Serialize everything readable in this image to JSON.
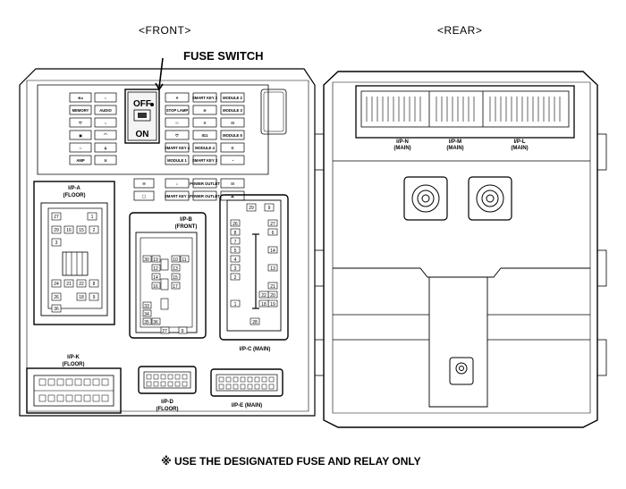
{
  "title_front": "<FRONT>",
  "title_rear": "<REAR>",
  "fuse_switch": {
    "label": "FUSE SWITCH",
    "off": "OFF",
    "on": "ON"
  },
  "note": "※ USE THE DESIGNATED FUSE AND RELAY ONLY",
  "connectors_front": {
    "ipa": {
      "name": "I/P-A",
      "sub": "(FLOOR)"
    },
    "ipb": {
      "name": "I/P-B",
      "sub": "(FRONT)"
    },
    "ipc": {
      "name": "I/P-C (MAIN)"
    },
    "ipk": {
      "name": "I/P-K",
      "sub": "(FLOOR)"
    },
    "ipd": {
      "name": "I/P-D",
      "sub": "(FLOOR)"
    },
    "ipe": {
      "name": "I/P-E (MAIN)"
    }
  },
  "connectors_rear": {
    "ipn": {
      "name": "I/P-N",
      "sub": "(MAIN)"
    },
    "ipm": {
      "name": "I/P-M",
      "sub": "(MAIN)"
    },
    "ipl": {
      "name": "I/P-L",
      "sub": "(MAIN)"
    }
  },
  "fuses": {
    "memory": "MEMORY",
    "audio": "AUDIO",
    "amp": "AMP",
    "smart_key_2": "SMART KEY 2",
    "module_2": "MODULE 2",
    "stop_lamp": "STOP LAMP",
    "module_3": "MODULE 3",
    "ig1": "IG1",
    "module_5": "MODULE 5",
    "smart_key_4": "SMART KEY 4",
    "module_4": "MODULE 4",
    "module_1": "MODULE 1",
    "smart_key_3": "SMART KEY 3",
    "power_outlet": "POWER OUTLET",
    "smart_key_1": "SMART KEY 1",
    "power_outlet_2": "POWER OUTLET"
  },
  "ipa_pins": [
    "27",
    "1",
    "29",
    "16",
    "15",
    "2",
    "3",
    "24",
    "21",
    "22",
    "8",
    "26",
    "18",
    "9",
    "36"
  ],
  "ipb_pins": [
    "30",
    "19",
    "10",
    "11",
    "12",
    "13",
    "14",
    "15",
    "16",
    "17",
    "33",
    "34",
    "35",
    "36",
    "27",
    "9"
  ],
  "ipc_pins": [
    "29",
    "9",
    "26",
    "27",
    "8",
    "6",
    "7",
    "5",
    "4",
    "3",
    "2",
    "14",
    "13",
    "1",
    "21",
    "20",
    "19",
    "22",
    "18",
    "28"
  ]
}
